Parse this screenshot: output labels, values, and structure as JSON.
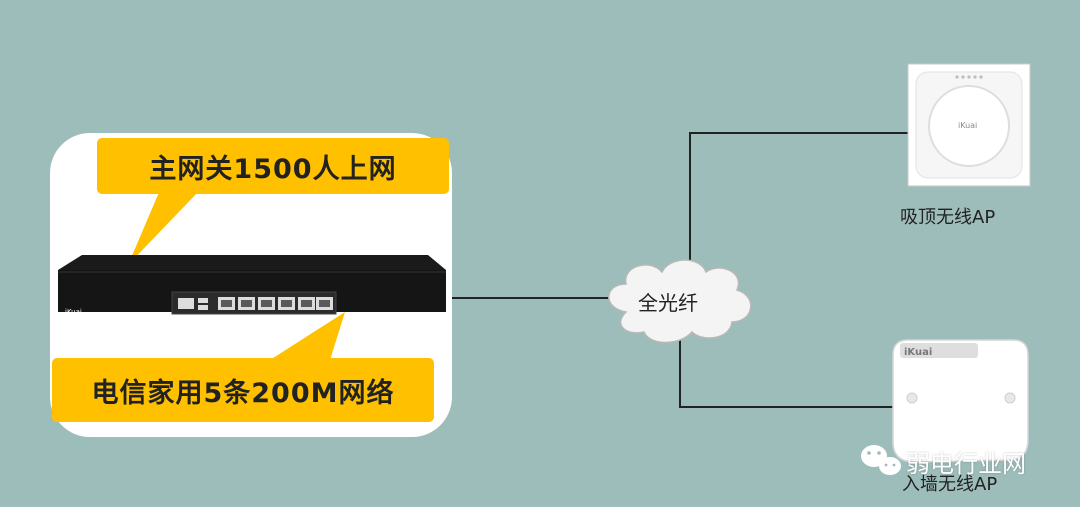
{
  "gateway_callout": "主网关1500人上网",
  "wan_callout": "电信家用5条200M网络",
  "fiber_label": "全光纤",
  "ceiling_ap_label": "吸顶无线AP",
  "wall_ap_label": "入墙无线AP",
  "router_brand": "iKuai",
  "ceiling_ap_brand": "iKuai",
  "wall_ap_brand": "iKuai",
  "watermark": "弱电行业网",
  "colors": {
    "background": "#9dbdbb",
    "callout": "#ffc000",
    "line": "#222222",
    "panel": "#ffffff"
  }
}
